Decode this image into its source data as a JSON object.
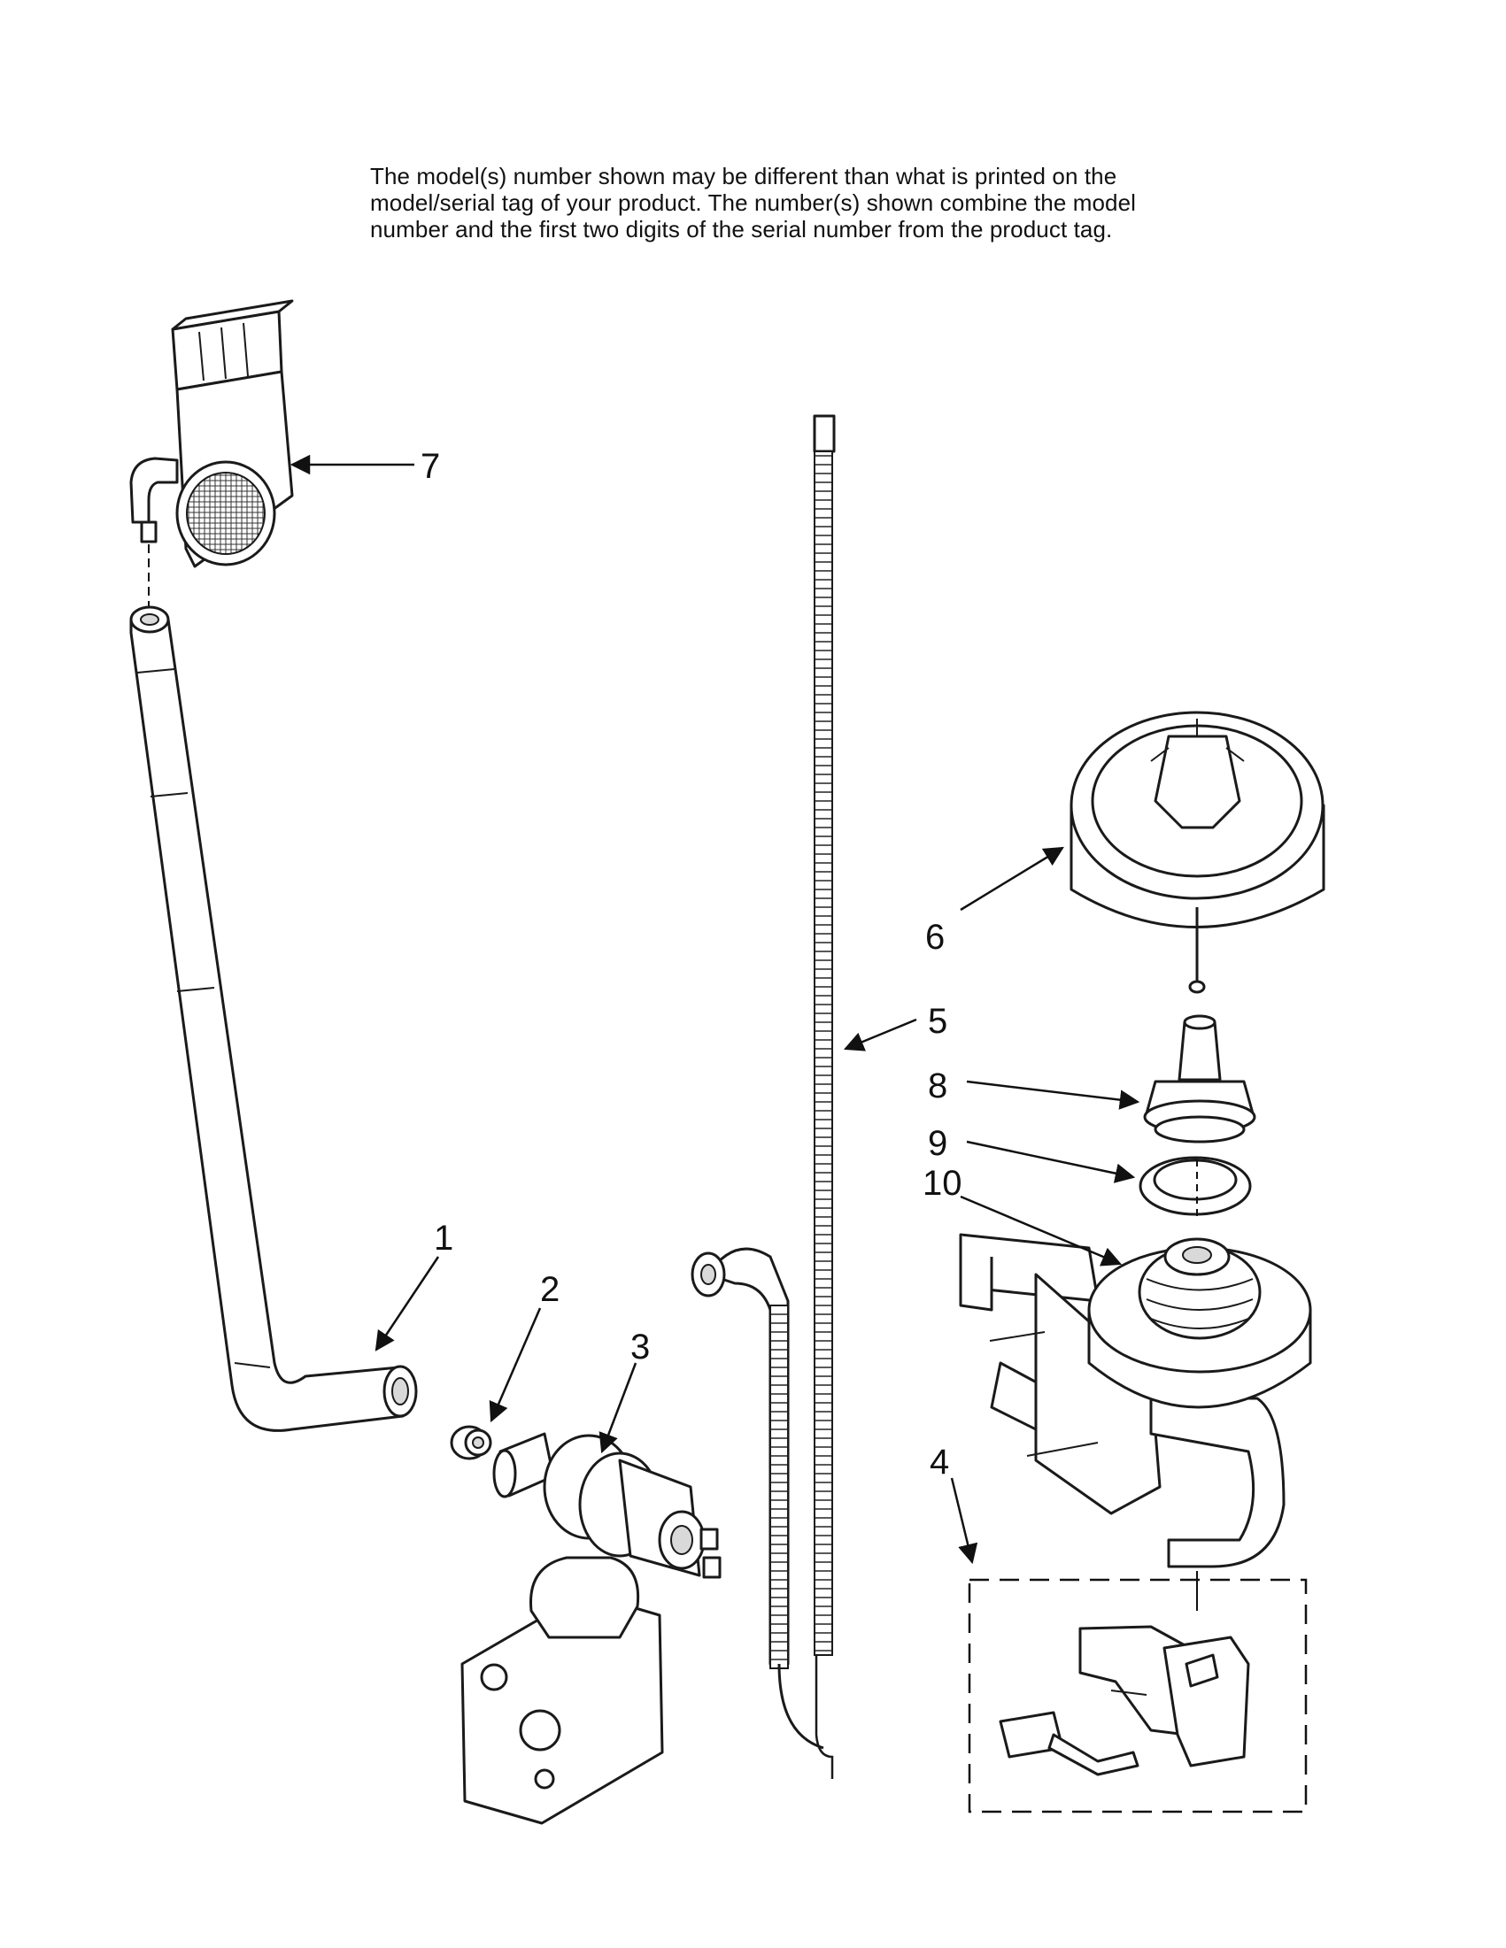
{
  "note": {
    "line1": "The model(s) number shown may be different than what is printed on the",
    "line2": "model/serial tag of your product. The number(s) shown combine the model",
    "line3": "number and the first two digits of the serial number from the product tag."
  },
  "callouts": {
    "c1": "1",
    "c2": "2",
    "c3": "3",
    "c4": "4",
    "c5": "5",
    "c6": "6",
    "c7": "7",
    "c8": "8",
    "c9": "9",
    "c10": "10"
  }
}
